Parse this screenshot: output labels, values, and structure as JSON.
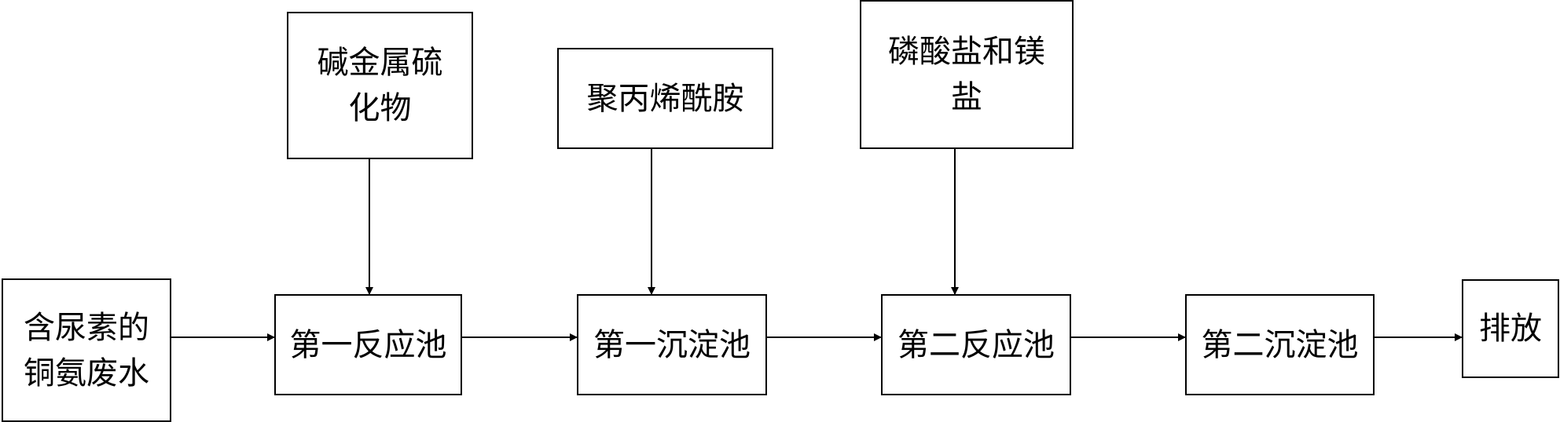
{
  "diagram": {
    "input": {
      "label": "含尿素的\n铜氨废水"
    },
    "reagents": [
      {
        "label": "碱金属硫\n化物"
      },
      {
        "label": "聚丙烯酰胺"
      },
      {
        "label": "磷酸盐和镁\n盐"
      }
    ],
    "stages": [
      {
        "label": "第一反应池"
      },
      {
        "label": "第一沉淀池"
      },
      {
        "label": "第二反应池"
      },
      {
        "label": "第二沉淀池"
      }
    ],
    "output": {
      "label": "排放"
    }
  }
}
